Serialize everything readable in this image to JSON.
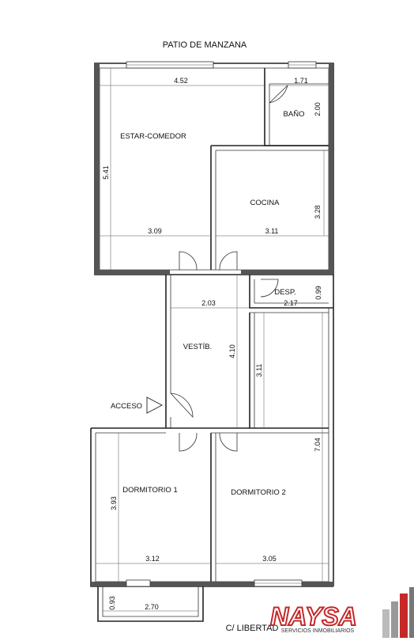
{
  "header": {
    "title": "PATIO DE MANZANA"
  },
  "footer": {
    "street": "C/ LIBERTAD"
  },
  "rooms": {
    "estar_comedor": "ESTAR-COMEDOR",
    "bano": "BAÑO",
    "cocina": "COCINA",
    "despensa": "DESP.",
    "vestibulo": "VESTÍB.",
    "dormitorio1": "DORMITORIO 1",
    "dormitorio2": "DORMITORIO 2"
  },
  "entrance": {
    "label": "ACCESO"
  },
  "dimensions": {
    "estar_width_top": "4.52",
    "bano_width": "1.71",
    "bano_height": "2.00",
    "estar_height": "5.41",
    "cocina_height": "3.28",
    "estar_width_bottom": "3.09",
    "cocina_width": "3.11",
    "vestibulo_width": "2.03",
    "despensa_width": "2.17",
    "despensa_height": "0.99",
    "vestibulo_height": "4.10",
    "dorm2_vertical": "3.11",
    "dorm2_height": "7.04",
    "dorm1_height": "3.93",
    "dorm1_width": "3.12",
    "dorm2_width": "3.05",
    "balcony_height": "0.93",
    "balcony_width": "2.70"
  },
  "logo": {
    "brand": "NAYSA",
    "tagline": "SERVICIOS INMOBILIARIOS"
  }
}
